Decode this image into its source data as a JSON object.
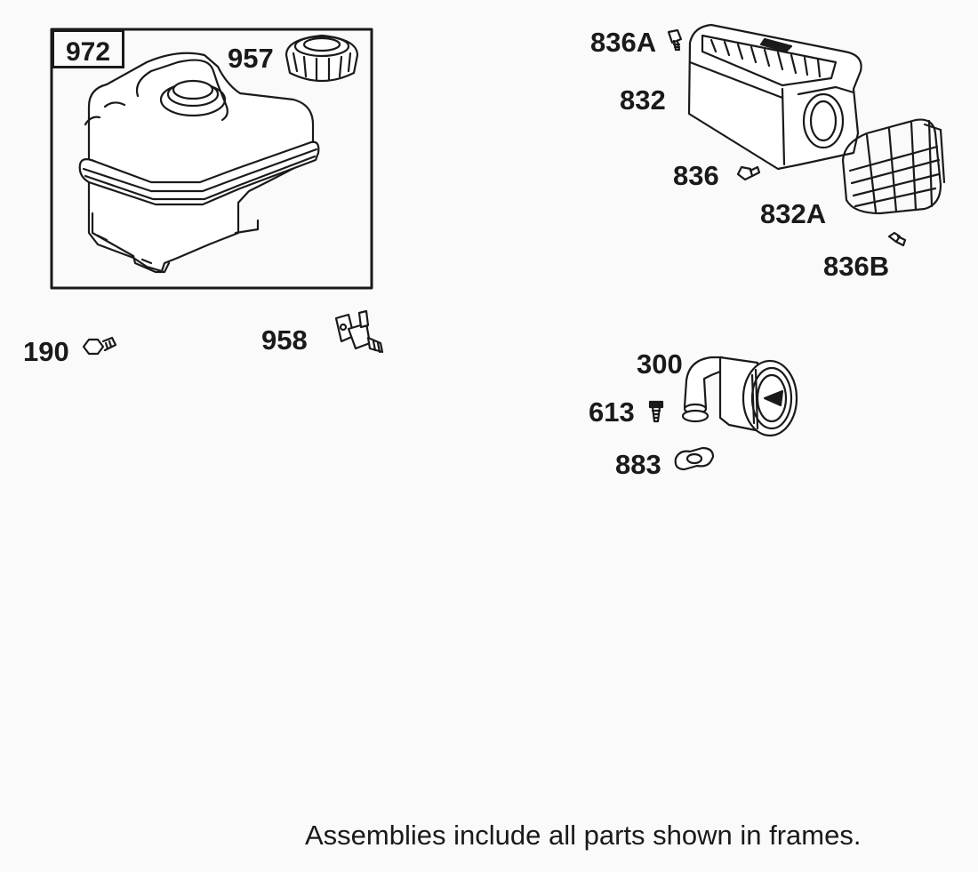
{
  "assembly_frame": {
    "label": "972"
  },
  "parts": [
    {
      "id": "957"
    },
    {
      "id": "190"
    },
    {
      "id": "958"
    },
    {
      "id": "836A"
    },
    {
      "id": "832"
    },
    {
      "id": "836"
    },
    {
      "id": "832A"
    },
    {
      "id": "836B"
    },
    {
      "id": "300"
    },
    {
      "id": "613"
    },
    {
      "id": "883"
    }
  ],
  "footnote": "Assemblies include all parts shown in frames."
}
